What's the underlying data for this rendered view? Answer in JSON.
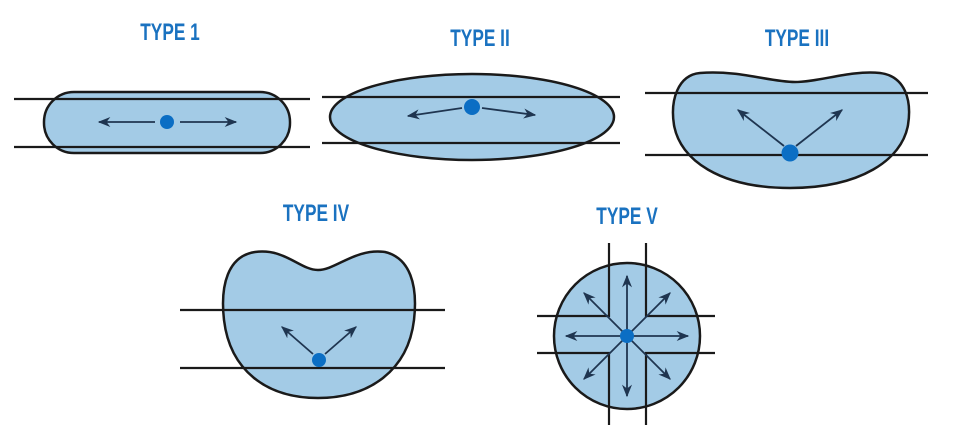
{
  "colors": {
    "title": "#1a72c0",
    "fill": "#a3cbe6",
    "dot": "#0b6ec4",
    "line": "#1a1a1a"
  },
  "types": [
    {
      "title": "TYPE 1"
    },
    {
      "title": "TYPE II"
    },
    {
      "title": "TYPE III"
    },
    {
      "title": "TYPE IV"
    },
    {
      "title": "TYPE V"
    }
  ]
}
